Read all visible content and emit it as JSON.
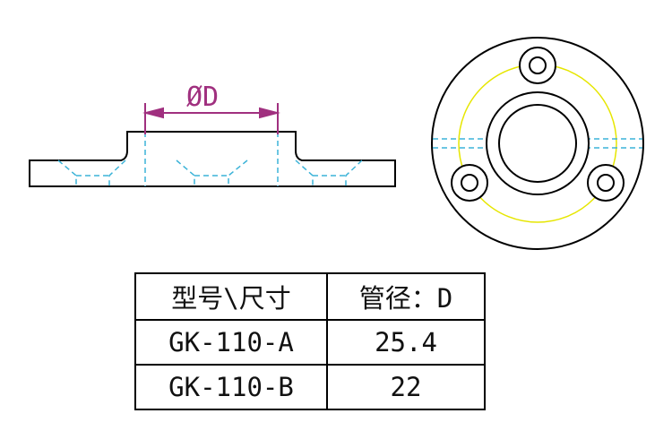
{
  "diagram": {
    "dimension_label": "ØD",
    "colors": {
      "outline": "#000000",
      "hidden_lines": "#3bb3d8",
      "dimension": "#a0307f",
      "bolt_circle": "#e6e600"
    }
  },
  "table": {
    "headers": [
      "型号\\尺寸",
      "管径：D"
    ],
    "rows": [
      {
        "model": "GK-110-A",
        "diameter": "25.4"
      },
      {
        "model": "GK-110-B",
        "diameter": "22"
      }
    ]
  }
}
